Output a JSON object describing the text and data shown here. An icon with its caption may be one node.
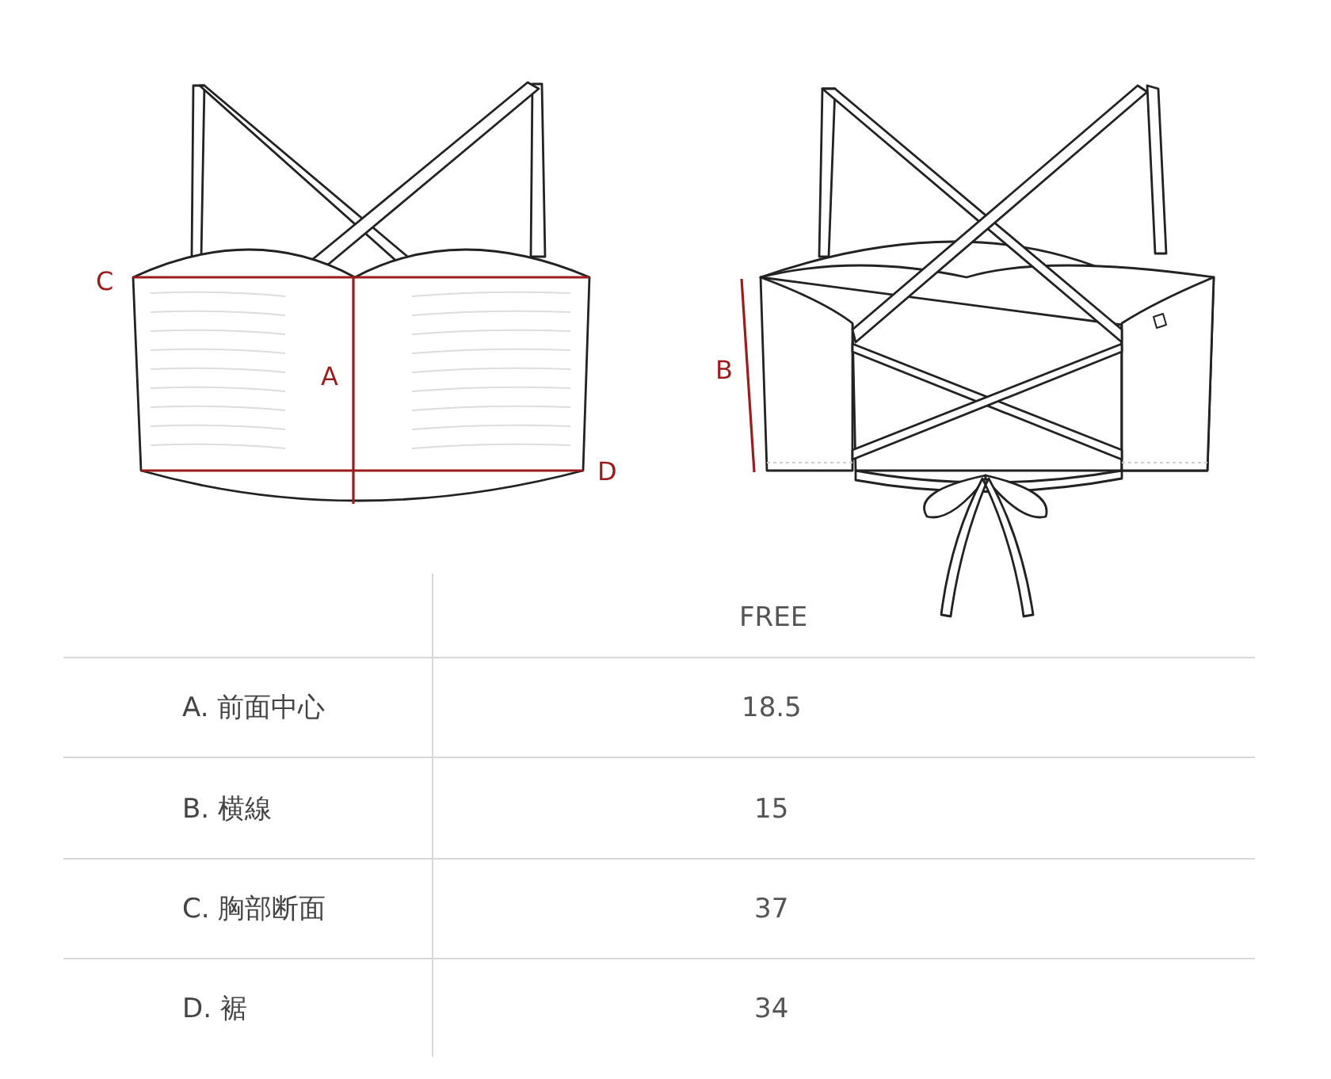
{
  "diagram": {
    "labels": [
      "C",
      "A",
      "B",
      "D",
      "FREE",
      "A. 前面中心",
      "18.5",
      "B. 横線",
      "15",
      "C. 胸部断面",
      "37",
      "D. 裾",
      "34"
    ]
  }
}
